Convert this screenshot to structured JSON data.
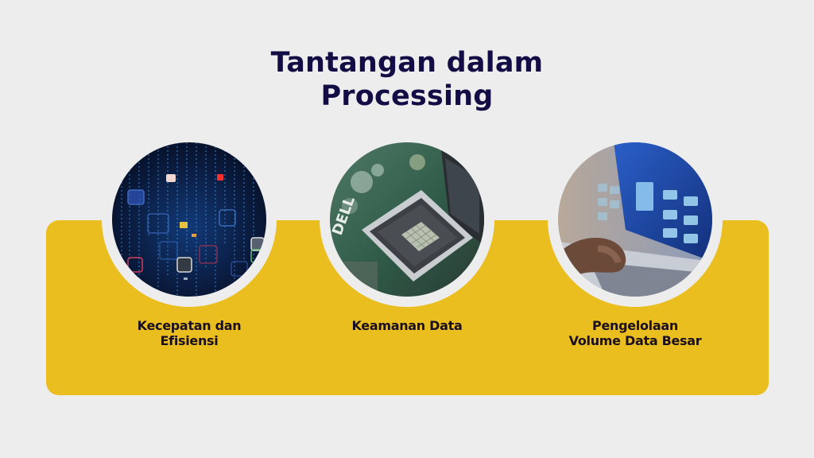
{
  "slide": {
    "title_line1": "Tantangan dalam",
    "title_line2": "Processing",
    "colors": {
      "background": "#EDEDED",
      "title": "#130D45",
      "panel": "#EBBE20",
      "label": "#1A0F1F"
    }
  },
  "cards": [
    {
      "label_line1": "Kecepatan dan",
      "label_line2": "Efisiensi",
      "image": "digital-matrix-code-photo"
    },
    {
      "label_line1": "Keamanan Data",
      "label_line2": "",
      "image": "cpu-socket-motherboard-photo",
      "image_text": "DELL"
    },
    {
      "label_line1": "Pengelolaan",
      "label_line2": "Volume Data Besar",
      "image": "laptop-data-folders-photo"
    }
  ]
}
